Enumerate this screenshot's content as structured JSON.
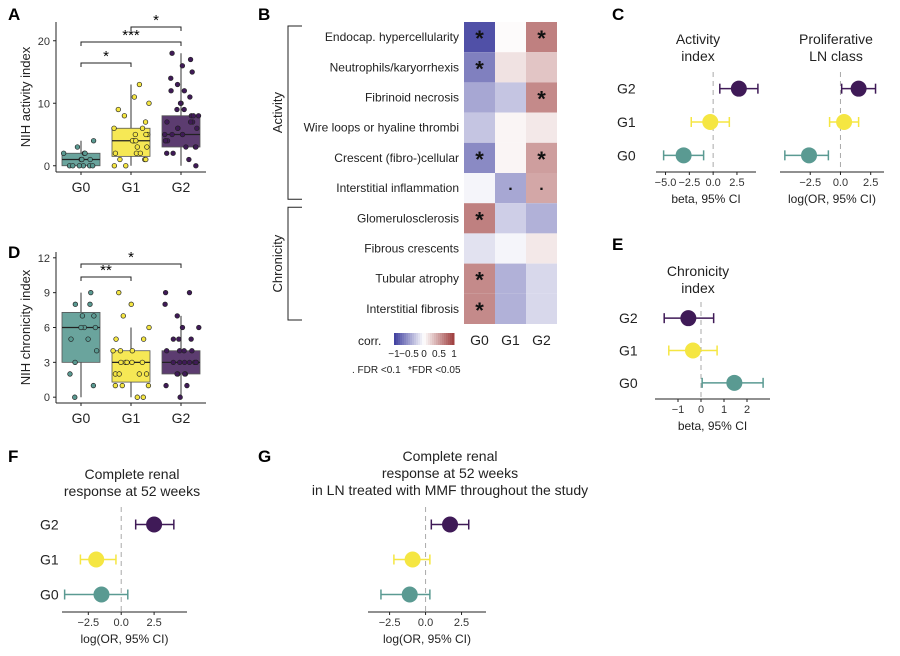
{
  "colors": {
    "G0": "#5a9a92",
    "G1": "#f5e642",
    "G2": "#3f1a57",
    "heat_neg": "#1a1a8c",
    "heat_mid": "#ffffff",
    "heat_pos": "#8c1a1a"
  },
  "panel_labels": [
    "A",
    "B",
    "C",
    "D",
    "E",
    "F",
    "G"
  ],
  "chart_data": [
    {
      "id": "A",
      "type": "box",
      "ylabel": "NIH activity index",
      "categories": [
        "G0",
        "G1",
        "G2"
      ],
      "yticks": [
        0,
        10,
        20
      ],
      "ylim": [
        -1,
        23
      ],
      "boxes": [
        {
          "group": "G0",
          "q1": 0,
          "median": 1,
          "q3": 2,
          "whisker_low": 0,
          "whisker_high": 4
        },
        {
          "group": "G1",
          "q1": 1.5,
          "median": 4,
          "q3": 6,
          "whisker_low": 0,
          "whisker_high": 13
        },
        {
          "group": "G2",
          "q1": 3,
          "median": 5,
          "q3": 8,
          "whisker_low": 0,
          "whisker_high": 18
        }
      ],
      "points": {
        "G0": [
          0,
          0,
          0,
          0,
          0,
          0,
          1,
          1,
          1,
          1,
          2,
          2,
          2,
          3,
          4
        ],
        "G1": [
          0,
          0,
          1,
          1,
          1,
          2,
          2,
          2,
          3,
          3,
          4,
          4,
          4,
          5,
          5,
          5,
          6,
          6,
          7,
          8,
          9,
          10,
          11,
          13
        ],
        "G2": [
          0,
          1,
          2,
          2,
          3,
          3,
          3,
          4,
          4,
          4,
          5,
          5,
          5,
          5,
          6,
          6,
          6,
          7,
          7,
          7,
          8,
          8,
          8,
          9,
          9,
          10,
          10,
          11,
          12,
          12,
          13,
          14,
          15,
          16,
          17,
          18
        ]
      },
      "comparisons": [
        {
          "from": "G0",
          "to": "G1",
          "label": "*"
        },
        {
          "from": "G0",
          "to": "G2",
          "label": "***"
        },
        {
          "from": "G1",
          "to": "G2",
          "label": "*"
        }
      ]
    },
    {
      "id": "D",
      "type": "box",
      "ylabel": "NIH chronicity index",
      "categories": [
        "G0",
        "G1",
        "G2"
      ],
      "yticks": [
        0,
        3,
        6,
        9,
        12
      ],
      "ylim": [
        -0.5,
        12.5
      ],
      "boxes": [
        {
          "group": "G0",
          "q1": 3,
          "median": 6,
          "q3": 7.3,
          "whisker_low": 0,
          "whisker_high": 9
        },
        {
          "group": "G1",
          "q1": 1.3,
          "median": 3,
          "q3": 4,
          "whisker_low": 0,
          "whisker_high": 6
        },
        {
          "group": "G2",
          "q1": 2,
          "median": 3,
          "q3": 4,
          "whisker_low": 0,
          "whisker_high": 7
        }
      ],
      "points": {
        "G0": [
          0,
          1,
          2,
          3,
          4,
          5,
          5,
          6,
          6,
          6,
          7,
          7,
          8,
          8,
          9
        ],
        "G1": [
          0,
          0,
          1,
          1,
          1,
          2,
          2,
          2,
          2,
          3,
          3,
          3,
          3,
          3,
          4,
          4,
          4,
          5,
          5,
          6,
          7,
          8,
          9
        ],
        "G2": [
          0,
          1,
          1,
          2,
          2,
          2,
          2,
          3,
          3,
          3,
          3,
          3,
          3,
          3,
          4,
          4,
          4,
          4,
          5,
          5,
          5,
          6,
          6,
          7,
          8,
          9,
          9
        ]
      },
      "comparisons": [
        {
          "from": "G0",
          "to": "G1",
          "label": "**"
        },
        {
          "from": "G0",
          "to": "G2",
          "label": "*"
        }
      ]
    },
    {
      "id": "B",
      "type": "heatmap",
      "columns": [
        "G0",
        "G1",
        "G2"
      ],
      "groups": [
        {
          "name": "Activity",
          "rows": 6
        },
        {
          "name": "Chronicity",
          "rows": 4
        }
      ],
      "rows": [
        {
          "label": "Endocap. hypercellularity",
          "values": [
            -0.9,
            0.02,
            0.65
          ],
          "marks": [
            "*",
            "",
            "*"
          ]
        },
        {
          "label": "Neutrophils/karyorrhexis",
          "values": [
            -0.65,
            0.15,
            0.3
          ],
          "marks": [
            "*",
            "",
            ""
          ]
        },
        {
          "label": "Fibrinoid necrosis",
          "values": [
            -0.45,
            -0.3,
            0.6
          ],
          "marks": [
            "",
            "",
            "*"
          ]
        },
        {
          "label": "Wire loops or hyaline thrombi",
          "values": [
            -0.3,
            0.05,
            0.12
          ],
          "marks": [
            "",
            "",
            ""
          ]
        },
        {
          "label": "Crescent (fibro-)cellular",
          "values": [
            -0.6,
            0.05,
            0.5
          ],
          "marks": [
            "*",
            "",
            "*"
          ]
        },
        {
          "label": "Interstitial inflammation",
          "values": [
            -0.05,
            -0.45,
            0.45
          ],
          "marks": [
            "",
            ".",
            "."
          ]
        },
        {
          "label": "Glomerulosclerosis",
          "values": [
            0.65,
            -0.25,
            -0.4
          ],
          "marks": [
            "*",
            "",
            ""
          ]
        },
        {
          "label": "Fibrous crescents",
          "values": [
            -0.15,
            -0.05,
            0.12
          ],
          "marks": [
            "",
            "",
            ""
          ]
        },
        {
          "label": "Tubular atrophy",
          "values": [
            0.6,
            -0.4,
            -0.2
          ],
          "marks": [
            "*",
            "",
            ""
          ]
        },
        {
          "label": "Interstitial fibrosis",
          "values": [
            0.6,
            -0.4,
            -0.2
          ],
          "marks": [
            "*",
            "",
            ""
          ]
        }
      ],
      "legend": {
        "title": "corr.",
        "ticks": [
          "−1",
          "−0.5",
          "0",
          "0.5",
          "1"
        ],
        "notes": [
          ". FDR <0.1",
          "*FDR <0.05"
        ]
      }
    },
    {
      "id": "C1",
      "type": "forest",
      "title": [
        "Activity",
        "index"
      ],
      "xlabel": "beta, 95% CI",
      "xlim": [
        -6,
        4.5
      ],
      "xticks": [
        -5,
        -2.5,
        0,
        2.5
      ],
      "xtick_labels": [
        "−5.0",
        "−2.5",
        "0.0",
        "2.5"
      ],
      "rows": [
        {
          "group": "G2",
          "est": 2.7,
          "lo": 0.7,
          "hi": 4.7
        },
        {
          "group": "G1",
          "est": -0.3,
          "lo": -2.3,
          "hi": 1.7
        },
        {
          "group": "G0",
          "est": -3.1,
          "lo": -5.2,
          "hi": -1.0
        }
      ]
    },
    {
      "id": "C2",
      "type": "forest",
      "title": [
        "Proliferative",
        "LN class"
      ],
      "xlabel": "log(OR, 95% CI)",
      "xlim": [
        -5,
        3.6
      ],
      "xticks": [
        -2.5,
        0,
        2.5
      ],
      "xtick_labels": [
        "−2.5",
        "0.0",
        "2.5"
      ],
      "rows": [
        {
          "group": "G2",
          "est": 1.5,
          "lo": 0.1,
          "hi": 2.9
        },
        {
          "group": "G1",
          "est": 0.3,
          "lo": -0.9,
          "hi": 1.5
        },
        {
          "group": "G0",
          "est": -2.6,
          "lo": -4.6,
          "hi": -1.0
        }
      ]
    },
    {
      "id": "E",
      "type": "forest",
      "title": [
        "Chronicity",
        "index"
      ],
      "xlabel": "beta, 95% CI",
      "xlim": [
        -2,
        3
      ],
      "xticks": [
        -1,
        0,
        1,
        2
      ],
      "xtick_labels": [
        "−1",
        "0",
        "1",
        "2"
      ],
      "rows": [
        {
          "group": "G2",
          "est": -0.55,
          "lo": -1.6,
          "hi": 0.55
        },
        {
          "group": "G1",
          "est": -0.35,
          "lo": -1.4,
          "hi": 0.7
        },
        {
          "group": "G0",
          "est": 1.45,
          "lo": 0.05,
          "hi": 2.7
        }
      ]
    },
    {
      "id": "F",
      "type": "forest",
      "title": [
        "Complete renal",
        "response at 52 weeks"
      ],
      "xlabel": "log(OR, 95% CI)",
      "xlim": [
        -4.5,
        5
      ],
      "xticks": [
        -2.5,
        0,
        2.5
      ],
      "xtick_labels": [
        "−2.5",
        "0.0",
        "2.5"
      ],
      "rows": [
        {
          "group": "G2",
          "est": 2.5,
          "lo": 1.1,
          "hi": 4.0
        },
        {
          "group": "G1",
          "est": -1.9,
          "lo": -3.1,
          "hi": -0.4
        },
        {
          "group": "G0",
          "est": -1.5,
          "lo": -4.3,
          "hi": 0.5
        }
      ]
    },
    {
      "id": "G",
      "type": "forest",
      "title": [
        "Complete renal",
        "response at 52 weeks",
        "in LN treated with MMF throughout the study"
      ],
      "xlabel": "log(OR, 95% CI)",
      "xlim": [
        -4,
        4.2
      ],
      "xticks": [
        -2.5,
        0,
        2.5
      ],
      "xtick_labels": [
        "−2.5",
        "0.0",
        "2.5"
      ],
      "rows": [
        {
          "group": "G2",
          "est": 1.7,
          "lo": 0.4,
          "hi": 3.0
        },
        {
          "group": "G1",
          "est": -0.9,
          "lo": -2.2,
          "hi": 0.3
        },
        {
          "group": "G0",
          "est": -1.1,
          "lo": -3.1,
          "hi": 0.3
        }
      ]
    }
  ]
}
